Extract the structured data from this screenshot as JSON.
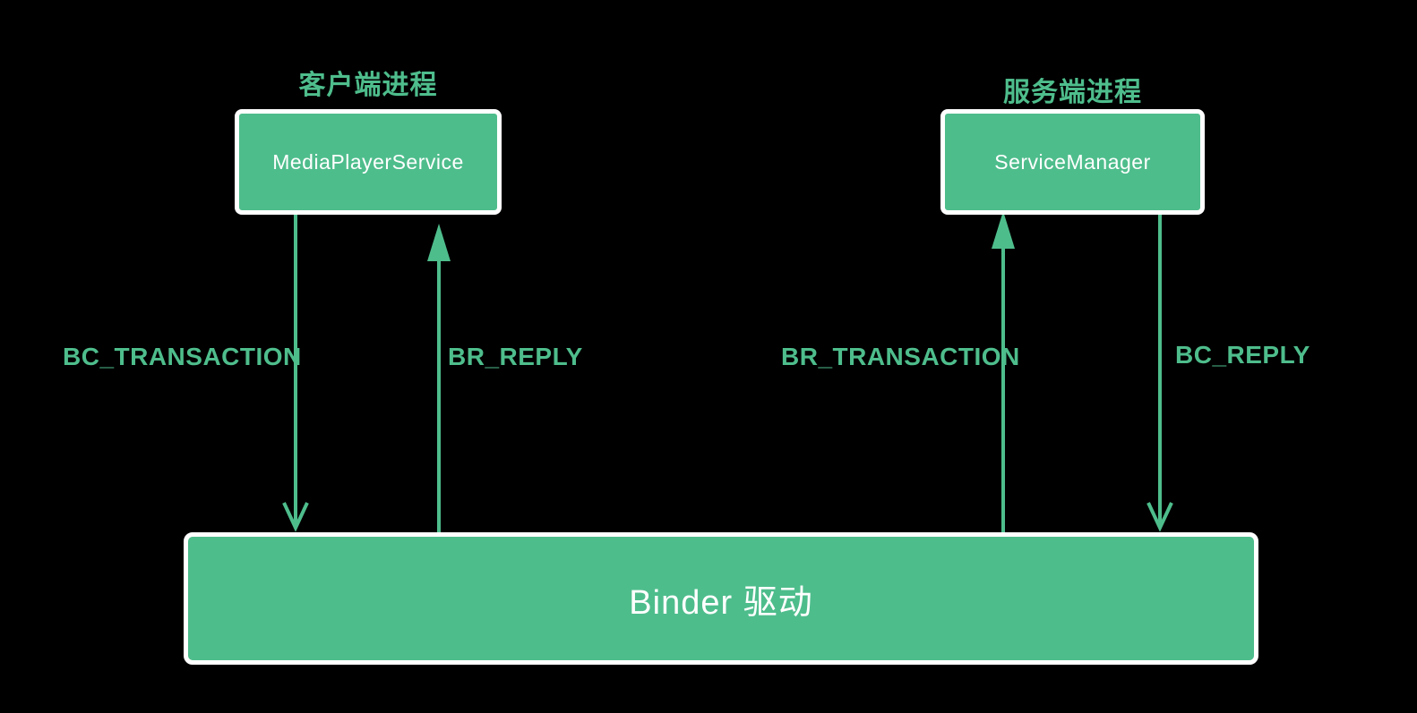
{
  "colors": {
    "background": "#000000",
    "accent_green": "#4ebd8c",
    "box_border": "#ffffff",
    "box_text": "#ffffff"
  },
  "processes": {
    "client": {
      "caption": "客户端进程",
      "box_label": "MediaPlayerService"
    },
    "server": {
      "caption": "服务端进程",
      "box_label": "ServiceManager"
    }
  },
  "driver": {
    "box_label": "Binder 驱动"
  },
  "messages": {
    "bc_transaction": "BC_TRANSACTION",
    "br_reply": "BR_REPLY",
    "br_transaction": "BR_TRANSACTION",
    "bc_reply": "BC_REPLY"
  }
}
